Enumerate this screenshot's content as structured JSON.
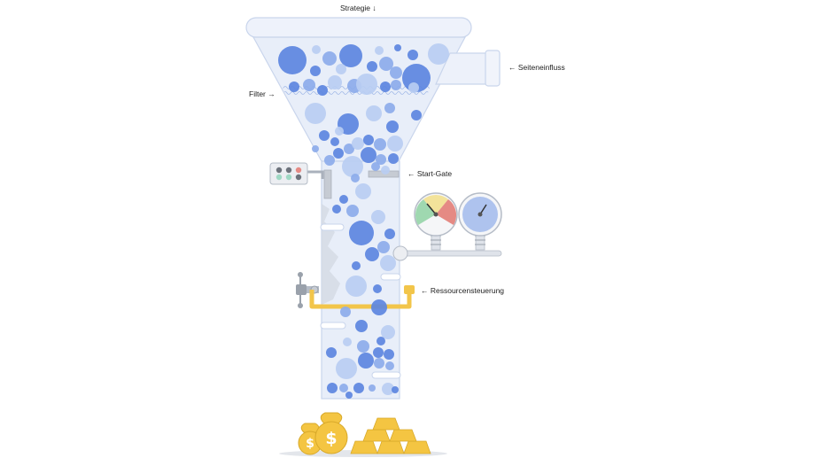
{
  "labels": {
    "strategy": "Strategie ↓",
    "side_inflow": "← Seiteneinfluss",
    "filter": "Filter →",
    "start_gate": "← Start-Gate",
    "resource_control": "← Ressourcensteuerung"
  },
  "colors": {
    "glass": "#e8eef9",
    "glass_edge": "#c9d5ec",
    "bubble_light": "#b8cdf2",
    "bubble_mid": "#8cabea",
    "bubble_dark": "#5c86e0",
    "pipe_yellow": "#f2c54a",
    "gold": "#f4c542",
    "gauge_green": "#9fd8b0",
    "gauge_yellow": "#f3e39a",
    "gauge_red": "#e58a84",
    "gauge_blue": "#aec3ee"
  },
  "icons": [
    "money-bag-icon",
    "gold-bar-icon",
    "pressure-gauge-icon",
    "valve-icon",
    "indicator-light-icon"
  ]
}
